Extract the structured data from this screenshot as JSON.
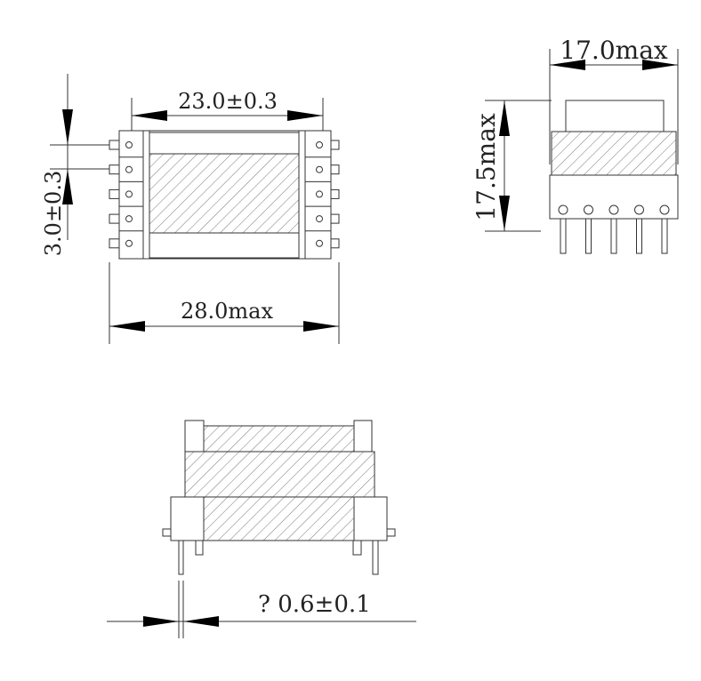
{
  "top_view": {
    "pitch_label": "23.0±0.3",
    "pin_spacing_label": "3.0±0.3",
    "length_label": "28.0max",
    "pin_count_per_side": 5
  },
  "side_view": {
    "width_label": "17.0max",
    "height_label": "17.5max",
    "pin_count": 5
  },
  "front_view": {
    "pin_diameter_label": "? 0.6±0.1"
  }
}
